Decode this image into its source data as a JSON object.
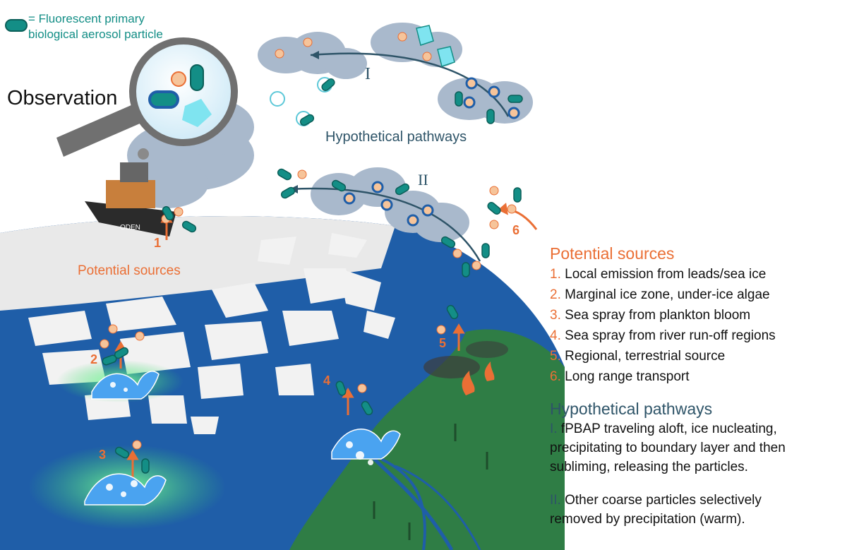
{
  "legend": {
    "text_line1": "= Fluorescent primary",
    "text_line2": "biological aerosol particle",
    "color": "#138e86"
  },
  "observation_label": "Observation",
  "ship_label": "ODEN",
  "hypothetical_label": "Hypothetical pathways",
  "pathway_roman": {
    "one": "I",
    "two": "II"
  },
  "potential_sources_label": "Potential sources",
  "source_markers": [
    "1",
    "2",
    "3",
    "4",
    "5",
    "6"
  ],
  "panel": {
    "sources_heading": "Potential sources",
    "sources": [
      {
        "num": "1.",
        "text": "Local emission from leads/sea ice"
      },
      {
        "num": "2.",
        "text": "Marginal ice zone, under-ice algae"
      },
      {
        "num": "3.",
        "text": "Sea spray from plankton bloom"
      },
      {
        "num": "4.",
        "text": "Sea spray from river run-off regions"
      },
      {
        "num": "5.",
        "text": "Regional, terrestrial source"
      },
      {
        "num": "6.",
        "text": "Long range transport"
      }
    ],
    "pathways_heading": "Hypothetical pathways",
    "pathway_I_num": "I.",
    "pathway_I_text": "fPBAP traveling aloft, ice nucleating,",
    "pathway_I_text2": "precipitating to boundary layer and then",
    "pathway_I_text3": "subliming, releasing the particles.",
    "pathway_II_num": "II.",
    "pathway_II_text": "Other coarse particles selectively",
    "pathway_II_text2": "removed by precipitation (warm)."
  },
  "colors": {
    "ocean": "#1f5ea8",
    "ice": "#f2f2f2",
    "land": "#2f7d45",
    "cloud": "#a9b9cc",
    "particle_teal": "#138e86",
    "particle_peach": "#f6c49a",
    "accent_orange": "#ea6f35",
    "pathway_blue": "#2e5468"
  }
}
